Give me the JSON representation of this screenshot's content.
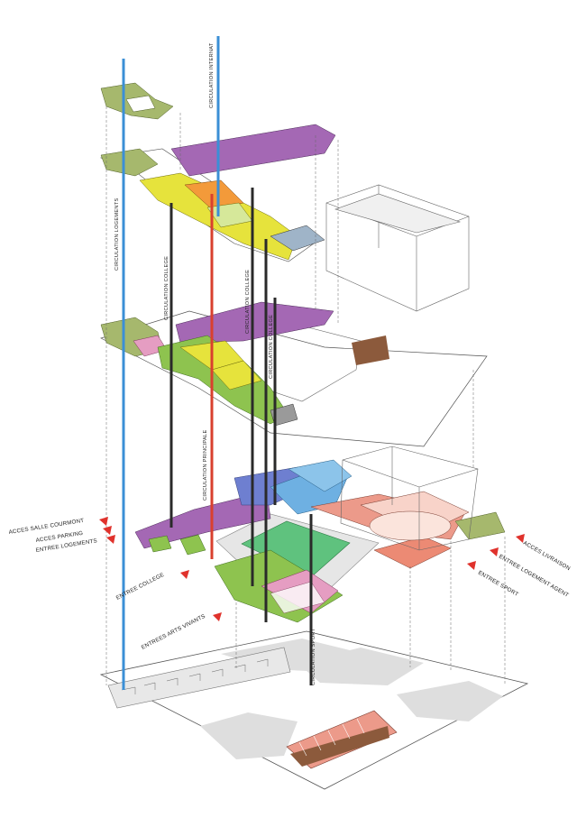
{
  "colors": {
    "accent_arrow": "#e0322c",
    "circulation_blue": "#3b8fd6",
    "circulation_red": "#d9402e",
    "circulation_dark": "#2a2a2a",
    "yellow": "#e6e33c",
    "orange": "#f39a3a",
    "purple": "#a468b4",
    "green": "#8ec34f",
    "olive": "#a6b86d",
    "light_blue": "#6eb0e2",
    "salmon": "#ec9a8a",
    "pink": "#e59dc2",
    "court_green": "#5fc27e",
    "brown": "#8c5a3c",
    "ground_grey": "#dedede"
  },
  "vertical_labels": {
    "circ_internat": "CIRCULATION INTERNAT",
    "circ_logements": "CIRCULATION LOGEMENTS",
    "circ_college_1": "CIRCULATION COLLEGE",
    "circ_college_2": "CIRCULATION COLLEGE",
    "circ_college_3": "CIRCULATION COLLEGE",
    "circ_principale": "CIRCULATION PRINCIPALE",
    "circ_sport": "CIRCULATION SPORT"
  },
  "access_labels": {
    "acces_salle": "ACCES SALLE COURMONT",
    "acces_parking": "ACCES PARKING",
    "entree_logements": "ENTREE LOGEMENTS",
    "entree_college": "ENTREE COLLEGE",
    "entree_arts": "ENTREES ARTS VIVANTS",
    "acces_livraison": "ACCES LIVRAISON",
    "entree_logement_agent": "ENTREE LOGEMENT AGENT",
    "entree_sport": "ENTREE SPORT"
  },
  "icons": {
    "access_arrow": "red-triangle-arrow"
  }
}
